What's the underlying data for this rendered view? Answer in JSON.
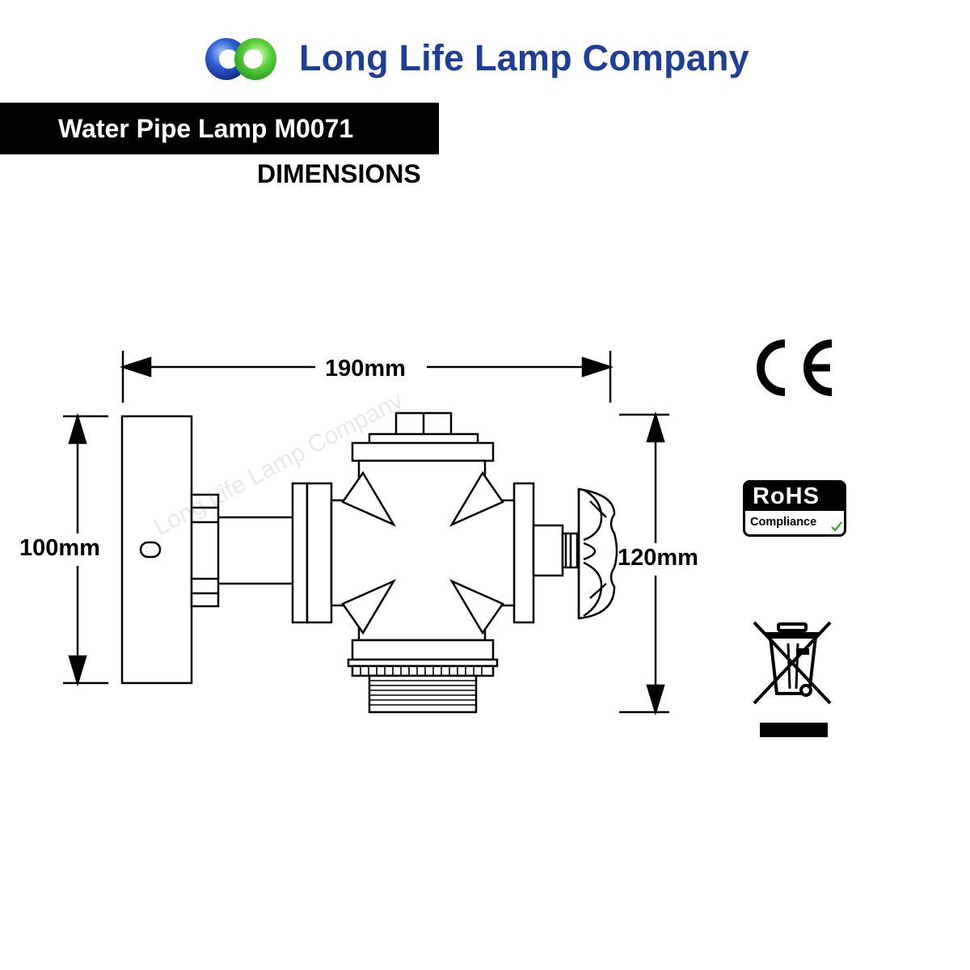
{
  "brand": {
    "name": "Long Life Lamp Company",
    "logo_icon": "overlapping-rings-logo-icon",
    "colors": {
      "primary": "#1d3f97",
      "secondary": "#3cbf2a"
    }
  },
  "product": {
    "title": "Water Pipe Lamp M0071",
    "section": "DIMENSIONS"
  },
  "dimensions": {
    "width": "190mm",
    "wall_plate_height": "100mm",
    "lamp_height": "120mm"
  },
  "watermark": "Long Life Lamp Company",
  "certifications": {
    "ce": {
      "icon": "ce-mark-icon",
      "label": "CE"
    },
    "rohs": {
      "icon": "rohs-badge-icon",
      "title": "RoHS",
      "subtitle": "Compliance"
    },
    "weee": {
      "icon": "crossed-out-wheelie-bin-icon"
    }
  }
}
